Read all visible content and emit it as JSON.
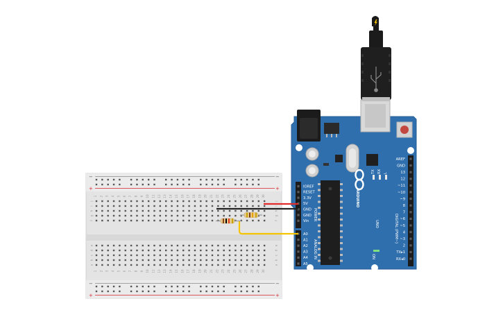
{
  "colors": {
    "board": "#2f6fad",
    "board_dark": "#235c93",
    "breadboard": "#e6e6e6",
    "rail_red": "#d9232a",
    "rail_blue": "#7a7a7a",
    "wire_red": "#e32b2b",
    "wire_black": "#222222",
    "wire_yellow": "#f4c400"
  },
  "breadboard": {
    "rail_plus": "+",
    "rail_minus": "−",
    "row_letters_top": [
      "j",
      "i",
      "h",
      "g",
      "f"
    ],
    "row_letters_bottom": [
      "e",
      "d",
      "c",
      "b",
      "a"
    ],
    "column_numbers": [
      "1",
      "2",
      "3",
      "4",
      "5",
      "6",
      "7",
      "8",
      "9",
      "10",
      "11",
      "12",
      "13",
      "14",
      "15",
      "16",
      "17",
      "18",
      "19",
      "20",
      "21",
      "22",
      "23",
      "24",
      "25",
      "26",
      "27",
      "28",
      "29",
      "30"
    ]
  },
  "arduino": {
    "brand": "ARDUINO",
    "model": "UNO",
    "power_pins": [
      "IOREF",
      "RESET",
      "3.3V",
      "5V",
      "GND",
      "GND",
      "Vin"
    ],
    "power_header_label": "POWER",
    "analog_pins": [
      "A0",
      "A1",
      "A2",
      "A3",
      "A4",
      "A5"
    ],
    "analog_header_label": "ANALOG IN",
    "digital_pins": [
      "AREF",
      "GND",
      "13",
      "12",
      "~11",
      "~10",
      "~9",
      "8",
      "7",
      "~6",
      "~5",
      "4",
      "~3",
      "2",
      "TX▸1",
      "RX◂0"
    ],
    "digital_header_label": "DIGITAL (PWM~)",
    "led_labels": [
      "TX",
      "RX",
      "L"
    ],
    "on_label": "ON"
  },
  "usb": {
    "tip_icon": "lightning-icon"
  }
}
